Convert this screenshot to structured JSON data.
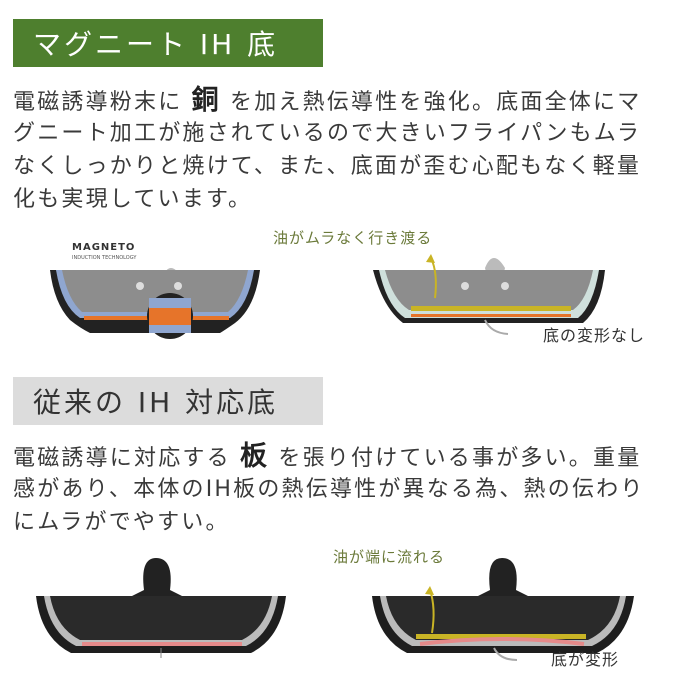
{
  "magneto": {
    "heading": "マグニート IH 底",
    "lines": [
      {
        "pre": "電磁誘導粉末に ",
        "bold": "銅",
        "post": " を加え熱伝導性を強化。底面全体にマ"
      },
      {
        "pre": "グニート加工が施されているので大きいフライパンもムラ"
      },
      {
        "pre": "なくしっかりと焼けて、また、底面が歪む心配もなく軽量"
      },
      {
        "pre": "化も実現しています。"
      }
    ],
    "logo": "MAGNETO",
    "logo_sub": "INDUCTION TECHNOLOGY",
    "oil_label": "油がムラなく行き渡る",
    "bottom_label": "底の変形なし"
  },
  "conventional": {
    "heading": "従来の IH 対応底",
    "lines": [
      {
        "pre": "電磁誘導に対応する ",
        "bold": "板",
        "post": " を張り付けている事が多い。重量"
      },
      {
        "pre": "感があり、本体のIH板の熱伝導性が異なる為、熱の伝わり"
      },
      {
        "pre": "にムラがでやすい。"
      }
    ],
    "oil_label": "油が端に流れる",
    "bottom_label": "底が変形"
  },
  "colors": {
    "green": "#4e7f2e",
    "gray": "#dcdcdc",
    "oil": "#c9b425",
    "copper": "#e6742a"
  }
}
